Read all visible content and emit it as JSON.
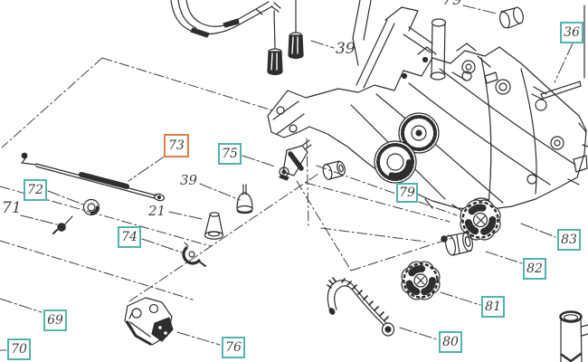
{
  "colors": {
    "background": "#ffffff",
    "line_art": "#2e2e2e",
    "construction_line": "#3f3f3f",
    "callout_border_teal": "#54b3ae",
    "callout_border_orange": "#dd8049",
    "label_text": "#3d3d3d"
  },
  "callouts": {
    "c36": "36",
    "c73": "73",
    "c75": "75",
    "c72": "72",
    "c74": "74",
    "c69": "69",
    "c70": "70",
    "c76": "76",
    "c79": "79",
    "c80": "80",
    "c81": "81",
    "c82": "82",
    "c83": "83"
  },
  "labels": {
    "l39_top": "39",
    "l39_mid": "39",
    "l71": "71",
    "l21": "21",
    "l79_partial": "79"
  }
}
